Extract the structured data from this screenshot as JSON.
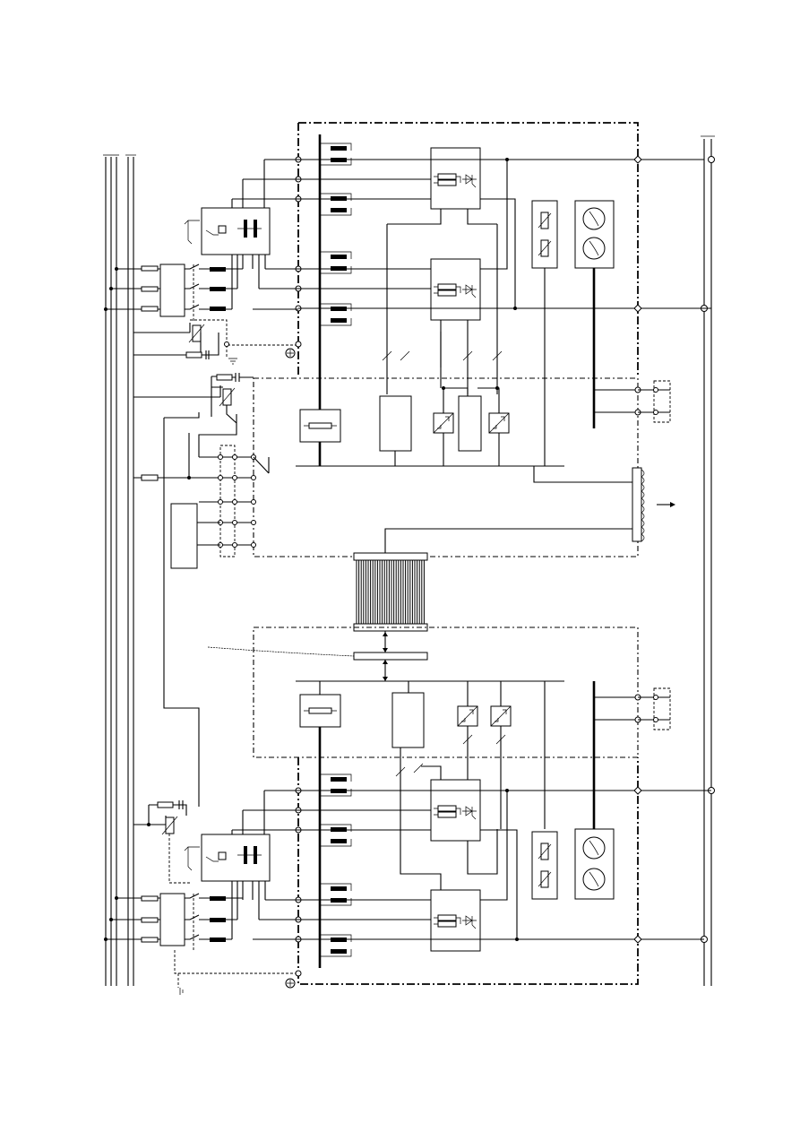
{
  "diagram": {
    "kind": "power-converter schematic",
    "line_color": "#000000",
    "background": "#ffffff",
    "text_labels": []
  },
  "components": {
    "upper_module": [
      "dc-bus-bar",
      "capacitor-bank",
      "thyristor-module-top",
      "thyristor-module-bottom",
      "varistor-unit",
      "fan-unit",
      "control-board",
      "control-bus-connector",
      "output-cable-bundle"
    ],
    "lower_module": [
      "dc-bus-bar",
      "capacitor-bank",
      "thyristor-module-top",
      "thyristor-module-bottom",
      "varistor-unit",
      "fan-unit",
      "control-board",
      "interface-connector"
    ],
    "shared": [
      "ribbon-cable",
      "supply-rails-left",
      "dc-rails-right"
    ]
  }
}
